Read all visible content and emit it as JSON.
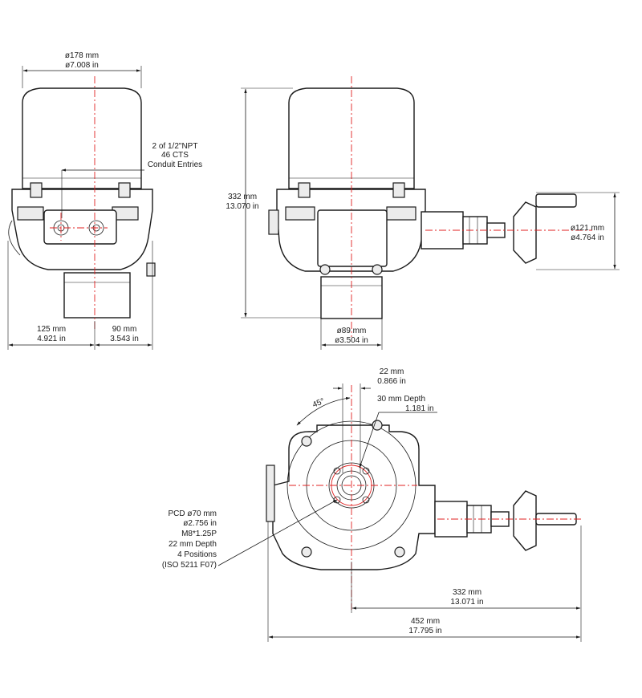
{
  "colors": {
    "line": "#1a1a1a",
    "centerline": "#e02020",
    "background": "#ffffff"
  },
  "front_view": {
    "width_mm": "ø178 mm",
    "width_in": "ø7.008 in",
    "conduit_line1": "2 of 1/2\"NPT",
    "conduit_line2": "46 CTS",
    "conduit_line3": "Conduit Entries",
    "left_mm": "125 mm",
    "left_in": "4.921 in",
    "right_mm": "90 mm",
    "right_in": "3.543 in"
  },
  "side_view": {
    "height_mm": "332 mm",
    "height_in": "13.070 in",
    "base_mm": "ø89 mm",
    "base_in": "ø3.504 in",
    "handwheel_mm": "ø121 mm",
    "handwheel_in": "ø4.764 in"
  },
  "top_view": {
    "key_mm": "22 mm",
    "key_in": "0.866 in",
    "angle": "45°",
    "depth_mm": "30 mm Depth",
    "depth_in": "1.181 in",
    "pcd_line1": "PCD ø70 mm",
    "pcd_line2": "ø2.756 in",
    "pcd_line3": "M8*1.25P",
    "pcd_line4": "22 mm Depth",
    "pcd_line5": "4 Positions",
    "pcd_line6": "(ISO 5211 F07)",
    "handwheel_reach_mm": "332 mm",
    "handwheel_reach_in": "13.071 in",
    "overall_mm": "452 mm",
    "overall_in": "17.795 in"
  }
}
